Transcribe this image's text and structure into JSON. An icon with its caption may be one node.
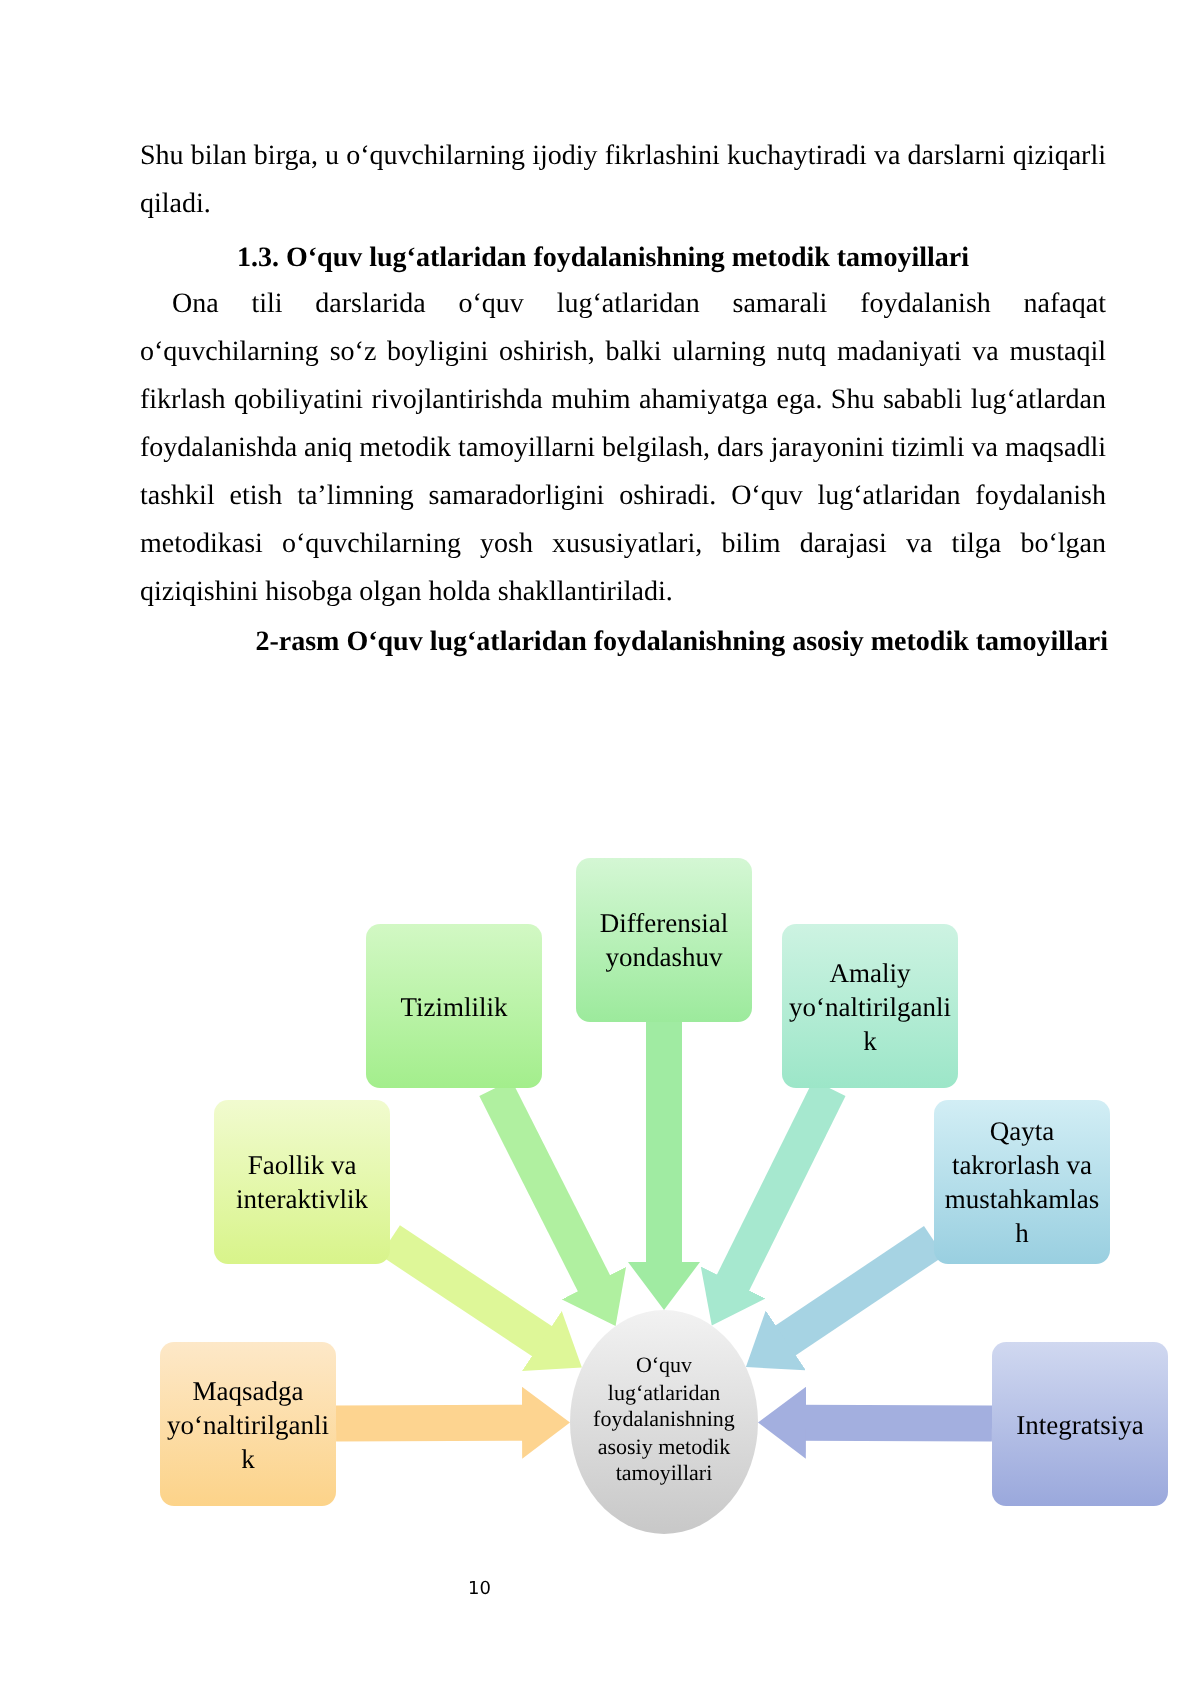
{
  "diagram": {
    "title": "1.3. O‘quv lug‘atlaridan foydalanishning metodik tamoyillari",
    "caption": "2-rasm O‘quv lug‘atlaridan foydalanishning asosiy metodik tamoyillari",
    "nodes": [
      {
        "text": [
          "Differensial yondashuv"
        ]
      },
      {
        "text": [
          "Tizimlilik"
        ]
      },
      {
        "text": [
          "Amaliy yo‘naltirilganlik"
        ]
      },
      {
        "text": [
          "Faollik va interaktivlik"
        ]
      },
      {
        "text": [
          "Qayta takrorlash va mustahkamlash"
        ]
      },
      {
        "text": [
          "Maqsadga yo‘naltirilganlik"
        ]
      },
      {
        "text": [
          "Integratsiya"
        ]
      },
      {
        "text": [
          "O‘quv lug‘atlaridan foydalanishning asosiy metodik tamoyillari"
        ]
      }
    ],
    "edges": [
      {
        "from": 0,
        "to": 7,
        "arrow": "to",
        "color": "#a0eba2"
      },
      {
        "from": 1,
        "to": 7,
        "arrow": "to",
        "color": "#b0f0a0"
      },
      {
        "from": 2,
        "to": 7,
        "arrow": "to",
        "color": "#a6e8cf"
      },
      {
        "from": 3,
        "to": 7,
        "arrow": "to",
        "color": "#def798"
      },
      {
        "from": 4,
        "to": 7,
        "arrow": "to",
        "color": "#a6d3e3"
      },
      {
        "from": 5,
        "to": 7,
        "arrow": "to",
        "color": "#fdd490"
      },
      {
        "from": 6,
        "to": 7,
        "arrow": "to",
        "color": "#a3afdf"
      }
    ],
    "labels": [
      "Shu bilan birga, u o‘quvchilarning ijodiy fikrlashini kuchaytiradi va darslarni qiziqarli qiladi.",
      "Ona tili darslarida o‘quv lug‘atlaridan samarali foydalanish nafaqat o‘quvchilarning so‘z boyligini oshirish, balki ularning nutq madaniyati va mustaqil fikrlash qobiliyatini rivojlantirishda muhim ahamiyatga ega. Shu sababli lug‘atlardan foydalanishda aniq metodik tamoyillarni belgilash, dars jarayonini tizimli va maqsadli tashkil etish ta’limning samaradorligini oshiradi. O‘quv lug‘atlaridan foydalanish metodikasi o‘quvchilarning yosh xususiyatlari, bilim darajasi va tilga bo‘lgan qiziqishini hisobga olgan holda shakllantiriladi.",
      "10"
    ]
  }
}
